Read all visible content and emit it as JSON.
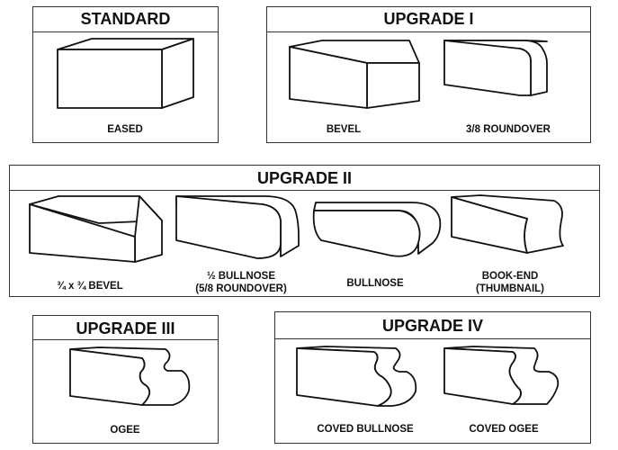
{
  "panels": {
    "standard": {
      "title": "STANDARD",
      "items": [
        "EASED"
      ]
    },
    "upgrade1": {
      "title": "UPGRADE I",
      "items": [
        "BEVEL",
        "3/8 ROUNDOVER"
      ]
    },
    "upgrade2": {
      "title": "UPGRADE II",
      "items": [
        "¾ x ¾ BEVEL",
        "½ BULLNOSE",
        "(5/8 ROUNDOVER)",
        "BULLNOSE",
        "BOOK-END",
        "(THUMBNAIL)"
      ]
    },
    "upgrade3": {
      "title": "UPGRADE III",
      "items": [
        "OGEE"
      ]
    },
    "upgrade4": {
      "title": "UPGRADE IV",
      "items": [
        "COVED BULLNOSE",
        "COVED OGEE"
      ]
    }
  }
}
